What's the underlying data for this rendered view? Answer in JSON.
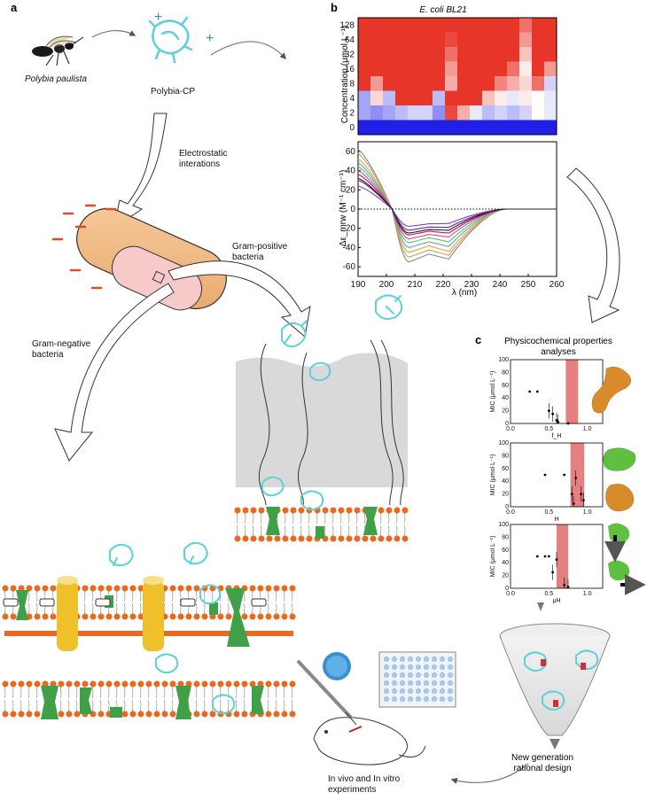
{
  "panel_labels": {
    "a": "a",
    "b": "b",
    "c": "c"
  },
  "panel_a": {
    "species": "Polybia paulista",
    "peptide": "Polybia-CP",
    "charge": "+",
    "step_electrostatic": "Electrostatic\ninterations",
    "gram_positive": "Gram-positive\nbacteria",
    "gram_negative": "Gram-negative\nbacteria",
    "experiments": "In vivo and In vitro\nexperiments"
  },
  "panel_c": {
    "title": "Physicochemical properties\nanalyses",
    "design": "New generation\nrational design"
  },
  "chart_data": [
    {
      "type": "heatmap",
      "title": "E. coli BL21",
      "ylabel": "Concentration (μmol L⁻¹)",
      "y_categories": [
        "128",
        "64",
        "32",
        "16",
        "8",
        "4",
        "2",
        "0"
      ],
      "columns": 16,
      "colors": {
        "high": "#e8352a",
        "low": "#1f1fe6",
        "mid": "#ffffff"
      },
      "values": [
        [
          1,
          1,
          1,
          1,
          1,
          1,
          1,
          1,
          1,
          1,
          1,
          1,
          1,
          0.7,
          1,
          1
        ],
        [
          1,
          1,
          1,
          1,
          1,
          1,
          1,
          0.9,
          1,
          1,
          1,
          1,
          1,
          0.5,
          1,
          1
        ],
        [
          1,
          1,
          1,
          1,
          1,
          1,
          1,
          0.7,
          1,
          1,
          1,
          1,
          1,
          0.3,
          1,
          1
        ],
        [
          1,
          1,
          1,
          1,
          1,
          1,
          1,
          0.5,
          1,
          1,
          1,
          1,
          0.7,
          0.1,
          1,
          0.5
        ],
        [
          1,
          0.5,
          1,
          1,
          1,
          1,
          1,
          0.4,
          1,
          1,
          1,
          0.6,
          0.4,
          0.2,
          0.7,
          -0.2
        ],
        [
          -0.4,
          0.2,
          -0.3,
          1,
          1,
          1,
          -0.3,
          1,
          1,
          1,
          0.3,
          0.1,
          -0.1,
          0.1,
          0,
          -0.1
        ],
        [
          -0.4,
          -0.5,
          -0.4,
          -0.3,
          -0.2,
          -0.2,
          -0.5,
          0.9,
          0.4,
          -0.1,
          -0.3,
          -0.2,
          -0.3,
          -0.2,
          0,
          -0.1
        ],
        [
          -1,
          -1,
          -1,
          -1,
          -1,
          -1,
          -1,
          -1,
          -1,
          -1,
          -1,
          -1,
          -1,
          -1,
          -1,
          -1
        ]
      ]
    },
    {
      "type": "line",
      "xlabel": "λ (nm)",
      "ylabel": "Δε_mrw (M⁻¹ cm⁻¹)",
      "xlim": [
        190,
        260
      ],
      "ylim": [
        -70,
        70
      ],
      "xticks": [
        190,
        200,
        210,
        220,
        230,
        240,
        250,
        260
      ],
      "yticks": [
        60,
        40,
        20,
        0,
        -20,
        -40,
        -60
      ],
      "zero_line": "dotted",
      "series": [
        {
          "color": "#8a8a8a",
          "y190": 62,
          "min1": -55,
          "min2": -52
        },
        {
          "color": "#c8a060",
          "y190": 58,
          "min1": -50,
          "min2": -48
        },
        {
          "color": "#f0a030",
          "y190": 52,
          "min1": -45,
          "min2": -44
        },
        {
          "color": "#4aa8d8",
          "y190": 48,
          "min1": -40,
          "min2": -39
        },
        {
          "color": "#60c060",
          "y190": 44,
          "min1": -35,
          "min2": -34
        },
        {
          "color": "#e040a0",
          "y190": 40,
          "min1": -31,
          "min2": -29
        },
        {
          "color": "#c01060",
          "y190": 36,
          "min1": -27,
          "min2": -25
        },
        {
          "color": "#6020a0",
          "y190": 30,
          "min1": -22,
          "min2": -19
        },
        {
          "color": "#8040c0",
          "y190": 24,
          "min1": -18,
          "min2": -15
        },
        {
          "color": "#202020",
          "y190": 32,
          "min1": -25,
          "min2": -22
        }
      ]
    },
    {
      "type": "scatter",
      "ylabel": "MIC (μmol L⁻¹)",
      "xlabel": "f_H",
      "xlim": [
        0,
        1.2
      ],
      "ylim": [
        0,
        100
      ],
      "xticks": [
        0.0,
        0.5,
        1.0
      ],
      "yticks": [
        0,
        20,
        40,
        60,
        80,
        100
      ],
      "points": [
        [
          0.25,
          50
        ],
        [
          0.35,
          50
        ],
        [
          0.5,
          20
        ],
        [
          0.55,
          15
        ],
        [
          0.6,
          5
        ],
        [
          0.62,
          2
        ],
        [
          0.75,
          0
        ]
      ],
      "band": [
        0.72,
        0.88
      ]
    },
    {
      "type": "scatter",
      "ylabel": "MIC (μmol L⁻¹)",
      "xlabel": "H",
      "xlim": [
        0,
        1.2
      ],
      "ylim": [
        0,
        100
      ],
      "xticks": [
        0.0,
        0.5,
        1.0
      ],
      "yticks": [
        0,
        20,
        40,
        60,
        80,
        100
      ],
      "points": [
        [
          0.45,
          50
        ],
        [
          0.7,
          50
        ],
        [
          0.8,
          20
        ],
        [
          0.85,
          45
        ],
        [
          0.82,
          5
        ],
        [
          0.92,
          20
        ],
        [
          0.95,
          10
        ]
      ],
      "band": [
        0.78,
        0.96
      ]
    },
    {
      "type": "scatter",
      "ylabel": "MIC (μmol L⁻¹)",
      "xlabel": "μH",
      "xlim": [
        0,
        1.2
      ],
      "ylim": [
        0,
        100
      ],
      "xticks": [
        0.0,
        0.5,
        1.0
      ],
      "yticks": [
        0,
        20,
        40,
        60,
        80,
        100
      ],
      "points": [
        [
          0.35,
          50
        ],
        [
          0.45,
          50
        ],
        [
          0.5,
          50
        ],
        [
          0.55,
          25
        ],
        [
          0.6,
          45
        ],
        [
          0.7,
          5
        ],
        [
          0.75,
          2
        ]
      ],
      "band": [
        0.6,
        0.75
      ]
    }
  ]
}
